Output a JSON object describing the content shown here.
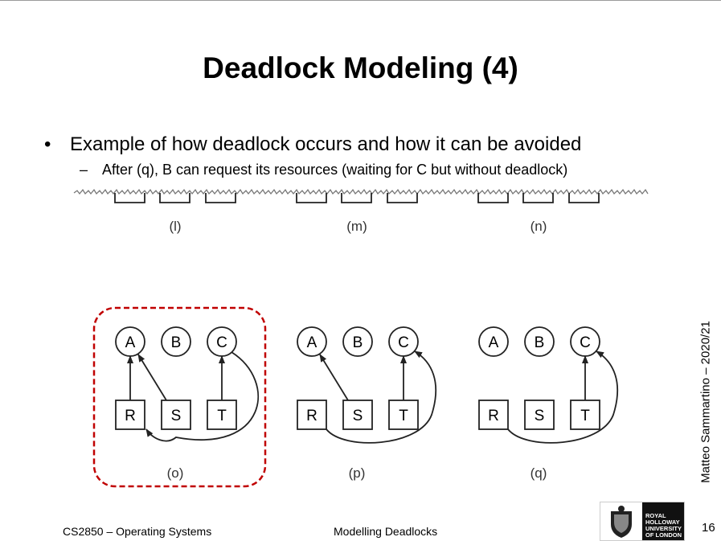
{
  "slide": {
    "title": "Deadlock Modeling (4)",
    "bullet": "Example of how deadlock occurs and how it can be avoided",
    "sub_dash": "–",
    "bullet_marker": "•",
    "sub_bullet": "After (q), B can request its resources (waiting for C but without deadlock)"
  },
  "top_strip": {
    "labels": [
      "(l)",
      "(m)",
      "(n)"
    ]
  },
  "diagrams": [
    {
      "label": "(o)",
      "highlighted": true,
      "edges": [
        [
          "R",
          "A"
        ],
        [
          "S",
          "A"
        ],
        [
          "T",
          "C"
        ],
        [
          "C",
          "R"
        ]
      ]
    },
    {
      "label": "(p)",
      "highlighted": false,
      "edges": [
        [
          "S",
          "A"
        ],
        [
          "T",
          "C"
        ],
        [
          "R",
          "C"
        ]
      ]
    },
    {
      "label": "(q)",
      "highlighted": false,
      "edges": [
        [
          "T",
          "C"
        ],
        [
          "R",
          "C"
        ]
      ]
    }
  ],
  "processes": [
    "A",
    "B",
    "C"
  ],
  "resources": [
    "R",
    "S",
    "T"
  ],
  "colors": {
    "highlight": "#c00000"
  },
  "side_text": "Matteo Sammartino – 2020/21",
  "footer": {
    "course": "CS2850 – Operating Systems",
    "topic": "Modelling Deadlocks",
    "page": "16",
    "logo_lines": [
      "ROYAL",
      "HOLLOWAY",
      "UNIVERSITY",
      "OF LONDON"
    ]
  }
}
